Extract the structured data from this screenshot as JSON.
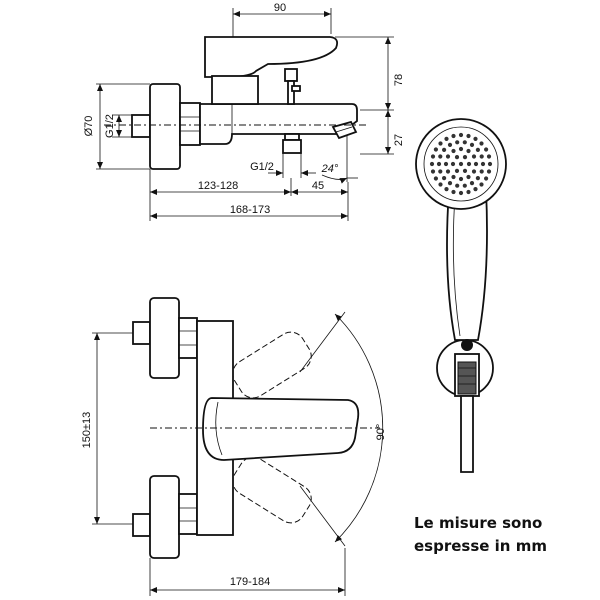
{
  "top_view": {
    "dim_width_90": "90",
    "dim_height_78": "78",
    "dim_height_27": "27",
    "dim_diameter": "Ø70",
    "dim_thread_left": "G1/2",
    "dim_thread_outlet": "G1/2",
    "dim_angle": "24°",
    "dim_depth_123": "123-128",
    "dim_depth_45": "45",
    "dim_depth_168": "168-173"
  },
  "front_view": {
    "dim_spacing": "150±13",
    "dim_rotation": "90°",
    "dim_width_179": "179-184"
  },
  "note": {
    "line1": "Le misure sono",
    "line2": "espresse in mm"
  }
}
